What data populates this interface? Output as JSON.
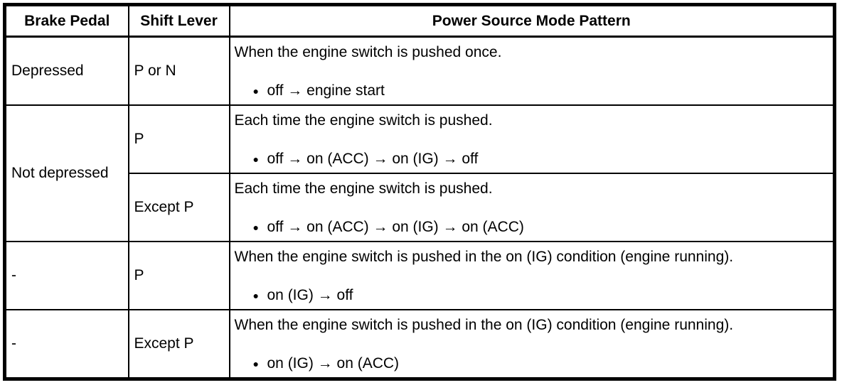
{
  "table": {
    "headers": {
      "brake_pedal": "Brake Pedal",
      "shift_lever": "Shift Lever",
      "pattern": "Power Source Mode Pattern"
    },
    "bullet": "●",
    "rows": [
      {
        "brake_pedal": "Depressed",
        "shift_lever": "P or N",
        "description": "When the engine switch is pushed once.",
        "sequence": "off → engine start"
      },
      {
        "brake_pedal": "Not depressed",
        "shift_lever": "P",
        "description": "Each time the engine switch is pushed.",
        "sequence": "off → on (ACC) → on (IG) → off"
      },
      {
        "shift_lever": "Except P",
        "description": "Each time the engine switch is pushed.",
        "sequence": "off → on (ACC) → on (IG) → on (ACC)"
      },
      {
        "brake_pedal": "-",
        "shift_lever": "P",
        "description": "When the engine switch is pushed in the on (IG) condition (engine running).",
        "sequence": "on (IG) → off"
      },
      {
        "brake_pedal": "-",
        "shift_lever": "Except P",
        "description": "When the engine switch is pushed in the on (IG) condition (engine running).",
        "sequence": "on (IG) → on (ACC)"
      }
    ],
    "colors": {
      "border": "#000000",
      "background": "#ffffff",
      "text": "#000000"
    }
  }
}
